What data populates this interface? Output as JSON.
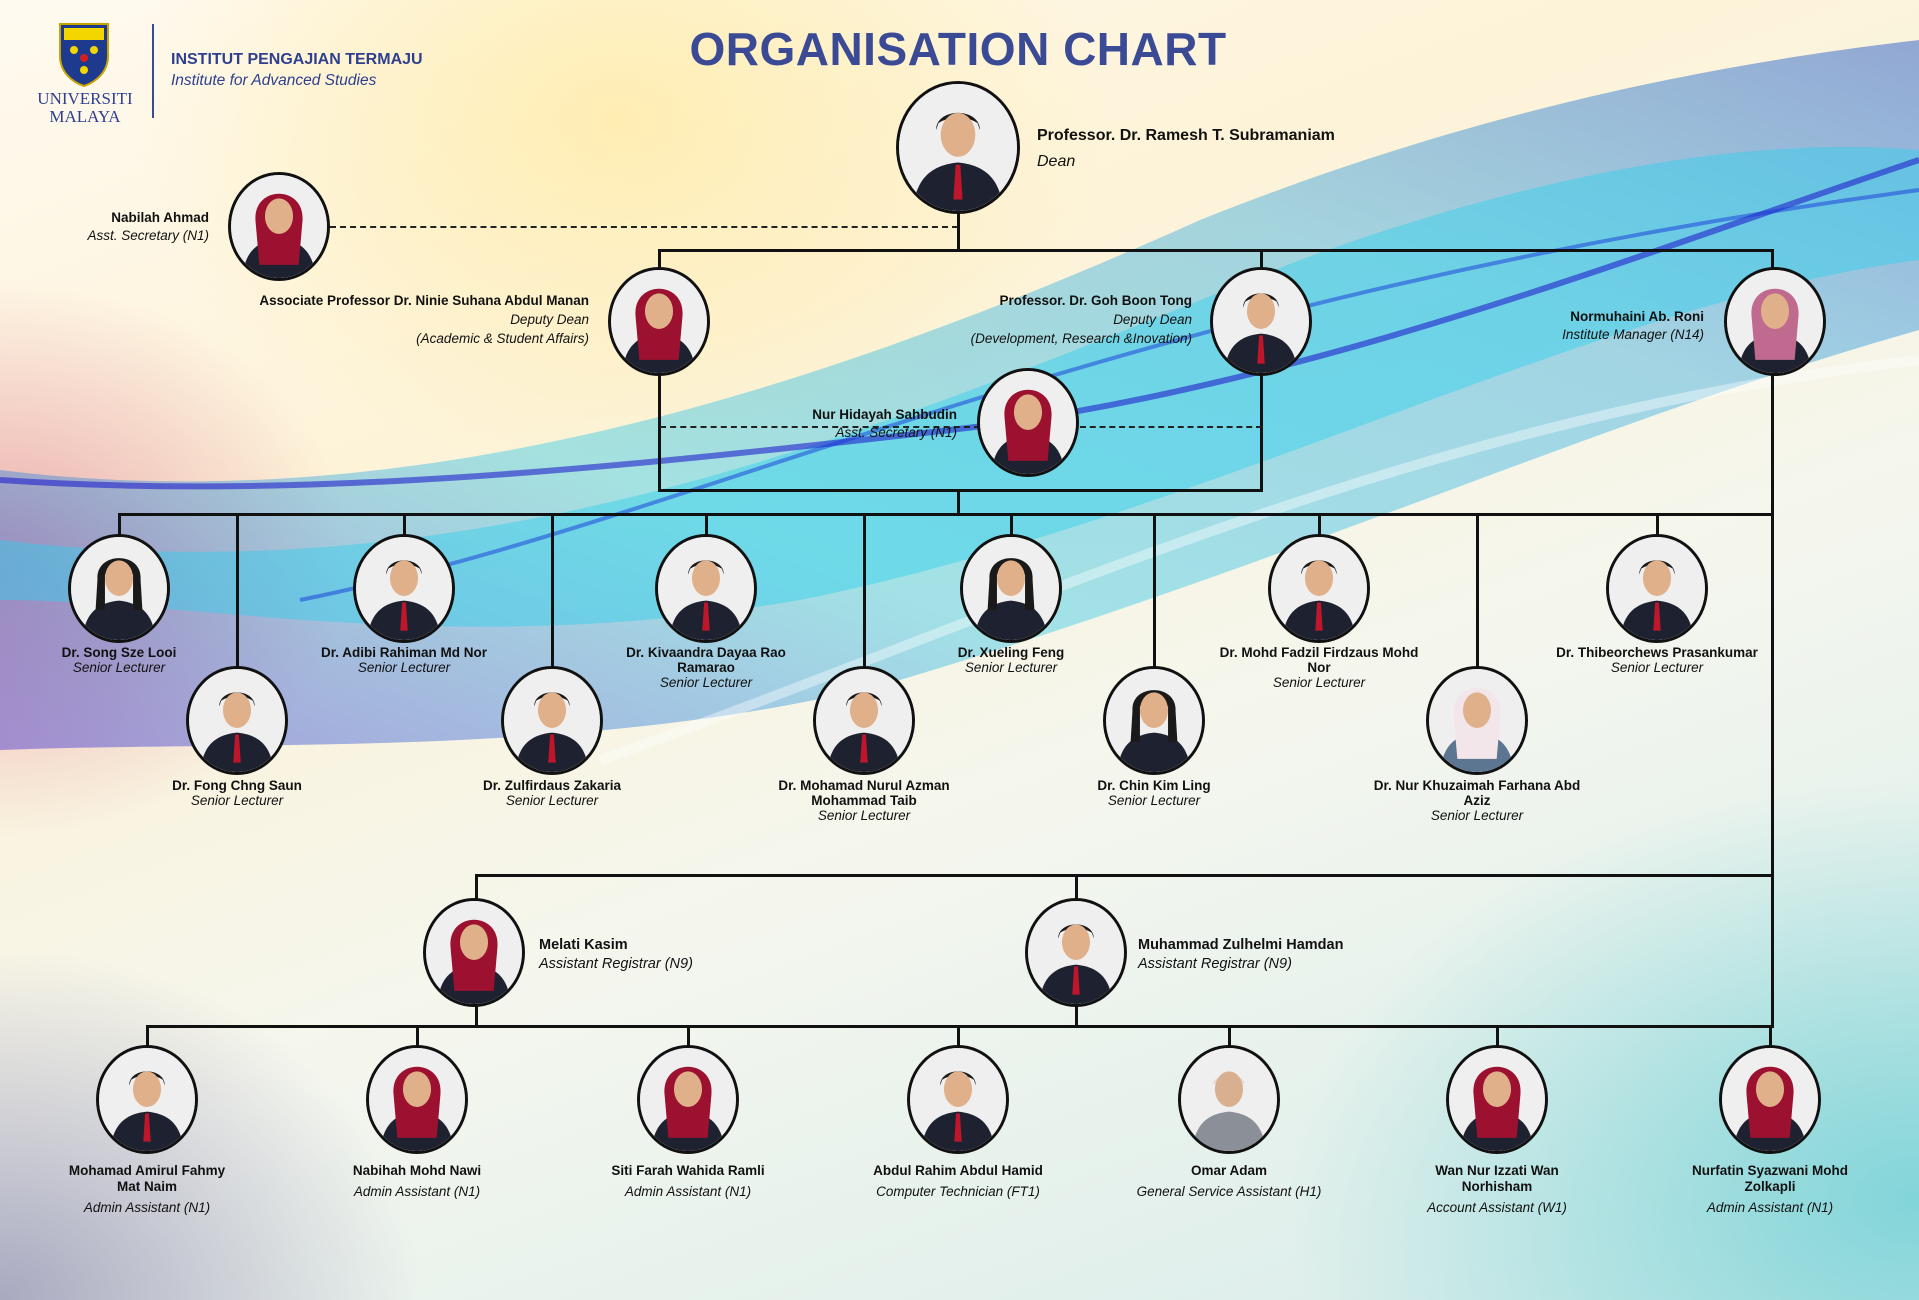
{
  "header": {
    "title": "ORGANISATION CHART",
    "university": "UNIVERSITI MALAYA",
    "institute_ms": "INSTITUT PENGAJIAN TERMAJU",
    "institute_en": "Institute for Advanced Studies"
  },
  "colors": {
    "title": "#3b4a94",
    "lines": "#111111"
  },
  "leadership": [
    {
      "name": "Professor. Dr. Ramesh T. Subramaniam",
      "role": "Dean"
    },
    {
      "name": "Nabilah Ahmad",
      "role": "Asst. Secretary (N1)"
    },
    {
      "name": "Associate Professor Dr. Ninie Suhana Abdul Manan",
      "role": "Deputy Dean",
      "role2": "(Academic & Student Affairs)"
    },
    {
      "name": "Professor. Dr. Goh Boon Tong",
      "role": "Deputy Dean",
      "role2": "(Development, Research &Inovation)"
    },
    {
      "name": "Normuhaini Ab. Roni",
      "role": "Institute Manager (N14)"
    },
    {
      "name": "Nur Hidayah Sahbudin",
      "role": "Asst. Secretary (N1)"
    }
  ],
  "lecturers": [
    {
      "name": "Dr. Song Sze Looi",
      "role": "Senior Lecturer"
    },
    {
      "name": "Dr. Fong Chng Saun",
      "role": "Senior Lecturer"
    },
    {
      "name": "Dr. Adibi Rahiman Md Nor",
      "role": "Senior Lecturer"
    },
    {
      "name": "Dr. Zulfirdaus Zakaria",
      "role": "Senior Lecturer"
    },
    {
      "name": "Dr. Kivaandra Dayaa Rao Ramarao",
      "role": "Senior Lecturer"
    },
    {
      "name": "Dr. Mohamad Nurul Azman Mohammad  Taib",
      "role": "Senior Lecturer"
    },
    {
      "name": "Dr. Xueling Feng",
      "role": "Senior Lecturer"
    },
    {
      "name": "Dr. Chin Kim Ling",
      "role": "Senior Lecturer"
    },
    {
      "name": "Dr. Mohd Fadzil Firdzaus Mohd Nor",
      "role": "Senior Lecturer"
    },
    {
      "name": "Dr. Nur Khuzaimah Farhana Abd Aziz",
      "role": "Senior Lecturer"
    },
    {
      "name": "Dr. Thibeorchews Prasankumar",
      "role": "Senior Lecturer"
    }
  ],
  "registrars": [
    {
      "name": "Melati Kasim",
      "role": "Assistant Registrar (N9)"
    },
    {
      "name": "Muhammad Zulhelmi Hamdan",
      "role": "Assistant Registrar (N9)"
    }
  ],
  "staff": [
    {
      "name": "Mohamad Amirul Fahmy Mat Naim",
      "role": "Admin Assistant (N1)"
    },
    {
      "name": "Nabihah Mohd Nawi",
      "role": "Admin Assistant (N1)"
    },
    {
      "name": "Siti Farah Wahida Ramli",
      "role": "Admin Assistant (N1)"
    },
    {
      "name": "Abdul Rahim Abdul Hamid",
      "role": "Computer Technician (FT1)"
    },
    {
      "name": "Omar Adam",
      "role": "General Service Assistant (H1)"
    },
    {
      "name": "Wan Nur Izzati Wan Norhisham",
      "role": "Account Assistant (W1)"
    },
    {
      "name": "Nurfatin Syazwani Mohd Zolkapli",
      "role": "Admin Assistant (N1)"
    }
  ]
}
